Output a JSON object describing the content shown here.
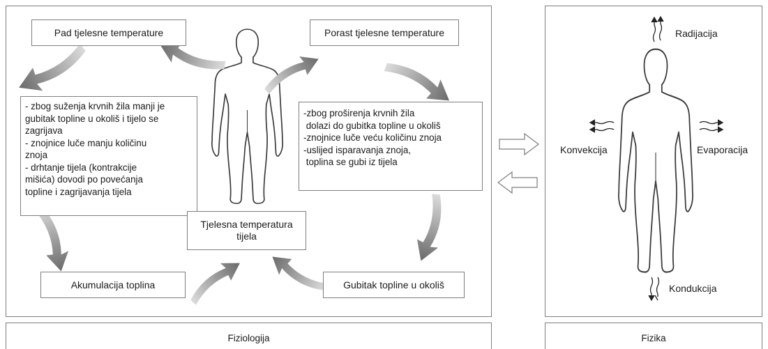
{
  "physiology": {
    "top_left_label": "Pad tjelesne temperature",
    "top_right_label": "Porast tjelesne temperature",
    "center_label": "Tjelesna temperatura tijela",
    "bottom_left_label": "Akumulacija toplina",
    "bottom_right_label": "Gubitak topline u okoliš",
    "left_text_lines": [
      "- zbog suženja krvnih žila manji je",
      "gubitak topline u okoliš  i tijelo se",
      "zagrijava",
      "- znojnice luče manju količinu",
      "znoja",
      "- drhtanje tijela  (kontrakcije",
      "mišića) dovodi po povećanja",
      "topline i zagrijavanja tijela"
    ],
    "right_text_lines": [
      "-zbog proširenja krvnih žila",
      " dolazi do gubitka topline u okoliš",
      "-znojnice luče veću količinu znoja",
      "-uslijed isparavanja znoja,",
      " toplina se gubi iz tijela"
    ],
    "footer_label": "Fiziologija"
  },
  "physics": {
    "radiation_label": "Radijacija",
    "convection_label": "Konvekcija",
    "evaporation_label": "Evaporacija",
    "conduction_label": "Kondukcija",
    "footer_label": "Fizika"
  },
  "icons": {
    "body_figure": "human-silhouette-icon",
    "curved_arrow": "curved-arrow-icon",
    "hollow_arrow": "hollow-arrow-icon",
    "wavy_arrow": "wavy-arrow-icon"
  },
  "colors": {
    "border": "#7d7d7d",
    "arrow_dark": "#6e6e6e",
    "arrow_light": "#d8d8d8",
    "text": "#1a1a1a"
  }
}
